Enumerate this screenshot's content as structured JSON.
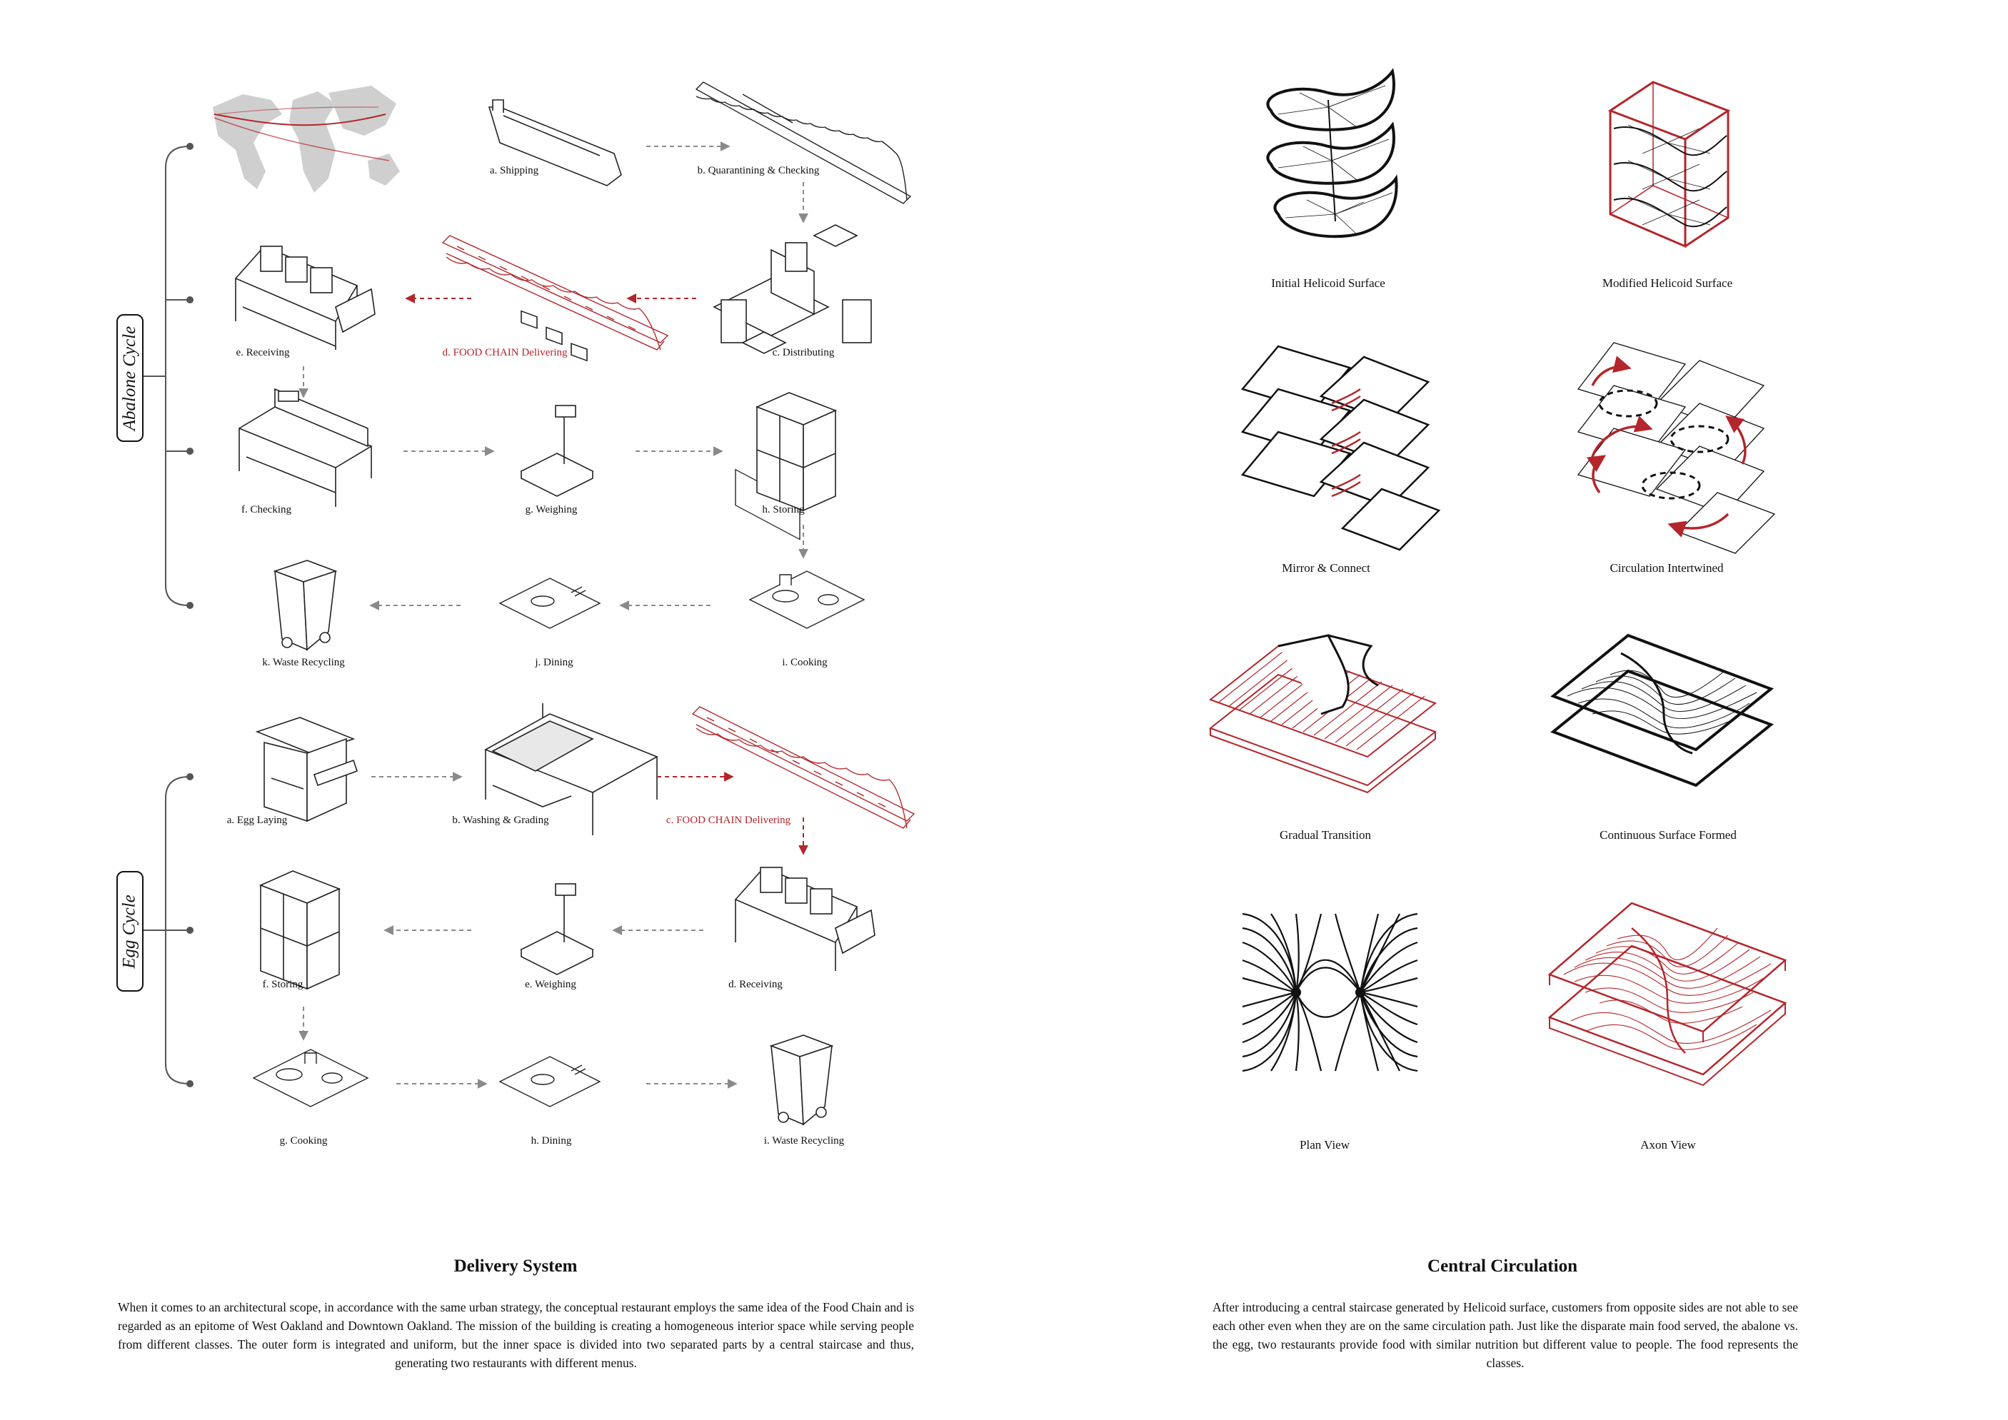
{
  "colors": {
    "accent": "#b3262b",
    "ink": "#111111",
    "muted": "#8a8a8a"
  },
  "abalone": {
    "label": "Abalone Cycle",
    "steps": [
      "a. Shipping",
      "b. Quarantining & Checking",
      "c. Distributing",
      "d. FOOD CHAIN Delivering",
      "e. Receiving",
      "f. Checking",
      "g. Weighing",
      "h. Storing",
      "i. Cooking",
      "j. Dining",
      "k. Waste Recycling"
    ]
  },
  "egg": {
    "label": "Egg Cycle",
    "steps": [
      "a. Egg Laying",
      "b. Washing & Grading",
      "c. FOOD CHAIN Delivering",
      "d. Receiving",
      "e. Weighing",
      "f. Storing",
      "g. Cooking",
      "h. Dining",
      "i. Waste Recycling"
    ]
  },
  "circulation": {
    "captions": [
      "Initial Helicoid Surface",
      "Modified Helicoid Surface",
      "Mirror & Connect",
      "Circulation Intertwined",
      "Gradual Transition",
      "Continuous Surface Formed",
      "Plan View",
      "Axon View"
    ]
  },
  "delivery": {
    "title": "Delivery System",
    "text": "When it comes to an architectural scope, in accordance with the same urban strategy, the conceptual restaurant employs the same idea of the Food Chain and is regarded as an epitome of West Oakland and Downtown Oakland. The mission of the building is creating a homogeneous interior space while serving people from different classes. The outer form is integrated and uniform, but the inner space is divided into two separated parts by a central staircase and thus, generating two restaurants with different menus."
  },
  "central": {
    "title": "Central Circulation",
    "text": "After introducing a central staircase generated by Helicoid surface, customers from opposite sides are not able to see each other even when they are on the same circulation path. Just like the disparate main food served, the abalone vs. the egg, two restaurants provide food with similar nutrition but different value to people. The food represents the classes."
  }
}
